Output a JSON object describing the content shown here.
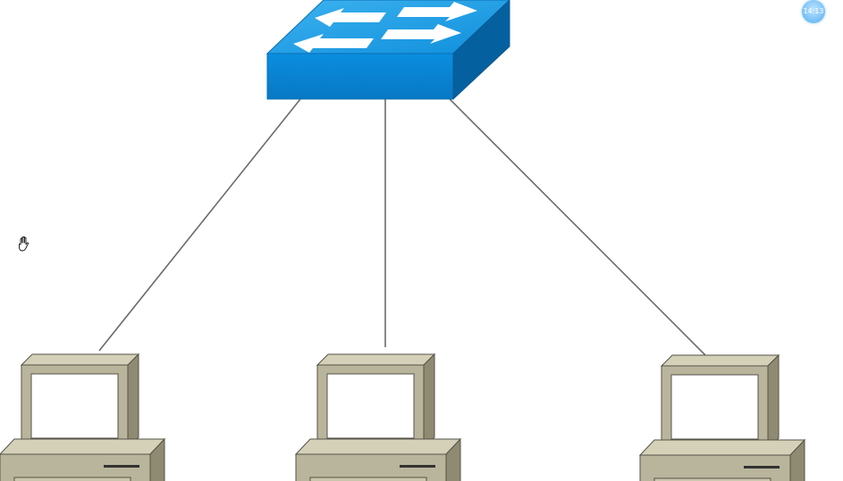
{
  "diagram": {
    "nodes": [
      {
        "id": "switch",
        "type": "network-switch",
        "color_top": "#1e9be0",
        "color_front": "#0a86d8",
        "color_side": "#0565a8"
      },
      {
        "id": "pc-left",
        "type": "desktop-computer"
      },
      {
        "id": "pc-center",
        "type": "desktop-computer"
      },
      {
        "id": "pc-right",
        "type": "desktop-computer"
      }
    ],
    "links": [
      {
        "from": "switch",
        "to": "pc-left"
      },
      {
        "from": "switch",
        "to": "pc-center"
      },
      {
        "from": "switch",
        "to": "pc-right"
      }
    ],
    "computer_colors": {
      "body": "#b9b59c",
      "body_dark": "#8f8b72",
      "screen": "#ffffff",
      "outline": "#555248"
    }
  },
  "overlay": {
    "clock_text": "14:13",
    "cursor_icon": "hand-cursor-icon"
  }
}
